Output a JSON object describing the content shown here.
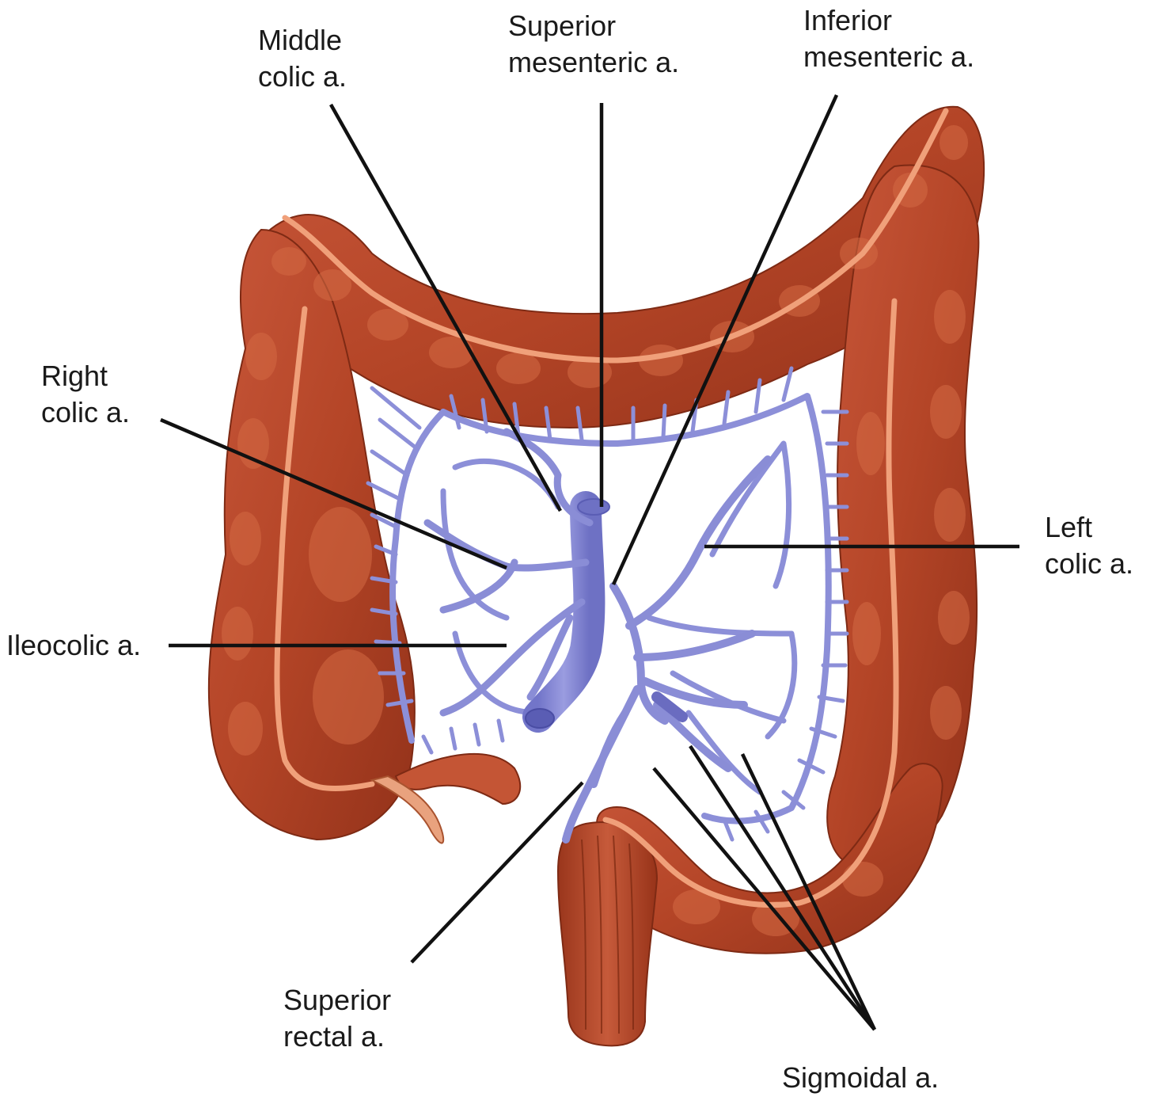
{
  "labels": {
    "middle_colic": [
      "Middle",
      "colic a."
    ],
    "superior_mesenteric": [
      "Superior",
      "mesenteric a."
    ],
    "inferior_mesenteric": [
      "Inferior",
      "mesenteric a."
    ],
    "right_colic": [
      "Right",
      "colic a."
    ],
    "left_colic": [
      "Left",
      "colic a."
    ],
    "ileocolic": [
      "Ileocolic a."
    ],
    "superior_rectal": [
      "Superior",
      "rectal a."
    ],
    "sigmoidal": [
      "Sigmoidal a."
    ]
  },
  "colors": {
    "colon": "#b8482a",
    "colon_dark": "#8e3019",
    "colon_highlight": "#d9744e",
    "taenia": "#f0a07a",
    "artery": "#8c8fd8",
    "artery_dark": "#6a6cc0",
    "leader_line": "#111111"
  }
}
